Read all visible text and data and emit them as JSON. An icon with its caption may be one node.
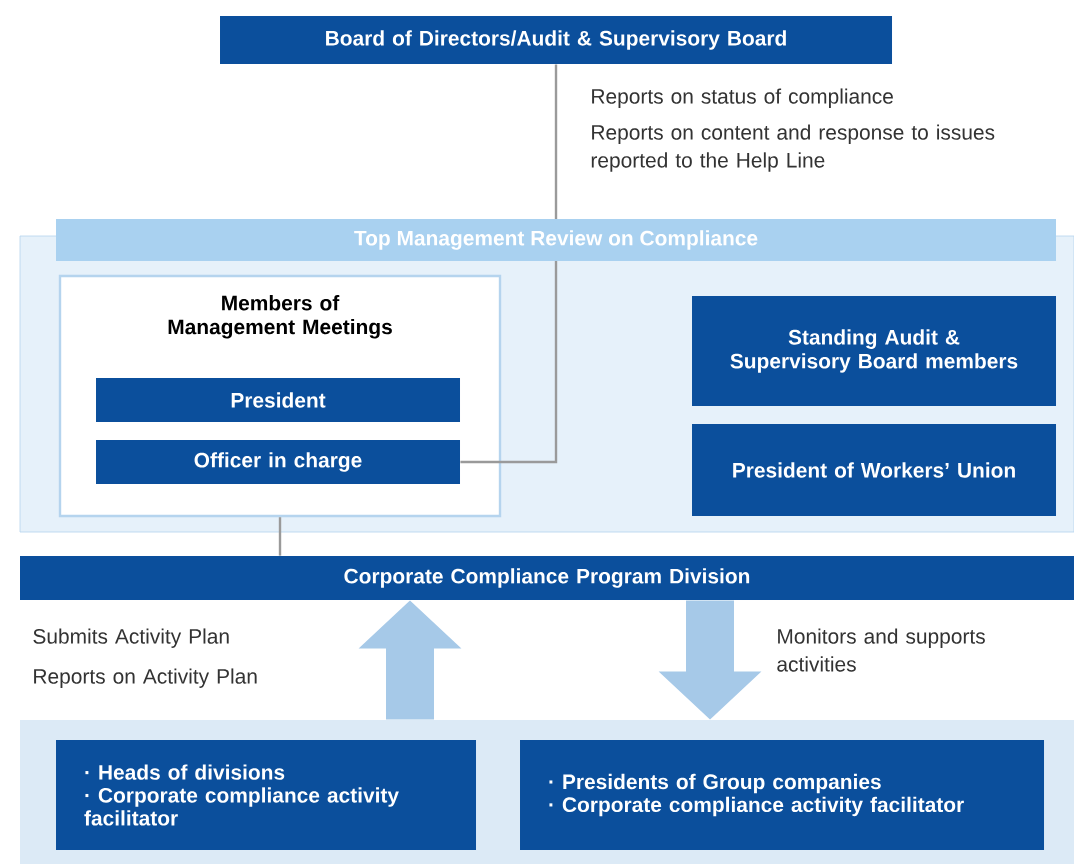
{
  "diagram": {
    "nodes": [
      {
        "text": [
          "Board of Directors/Audit & Supervisory Board"
        ]
      },
      {
        "text": [
          "Top Management Review on Compliance"
        ]
      },
      {
        "text": [
          "Members of Management Meetings"
        ],
        "in": 1
      },
      {
        "text": [
          "President"
        ],
        "in": 2
      },
      {
        "text": [
          "Officer in charge"
        ],
        "in": 2
      },
      {
        "text": [
          "Standing Audit & Supervisory Board members"
        ],
        "in": 1
      },
      {
        "text": [
          "President of Workers’ Union"
        ],
        "in": 1
      },
      {
        "text": [
          "Corporate Compliance Program Division"
        ]
      },
      {
        "text": [],
        "shape": "box"
      },
      {
        "text": [
          "· Heads of divisions",
          "· Corporate compliance activity facilitator"
        ],
        "in": 8
      },
      {
        "text": [
          "· Presidents of Group companies",
          "· Corporate compliance activity facilitator"
        ],
        "in": 8
      }
    ],
    "edges": [
      {
        "from": 4,
        "to": 0,
        "arrow": "none",
        "color": "#9a9a9a"
      },
      {
        "from": 2,
        "to": 7,
        "arrow": "none",
        "color": "#9a9a9a"
      },
      {
        "from": 8,
        "to": 7,
        "arrow": "to",
        "style": "thick",
        "color": "#a6c9e8"
      },
      {
        "from": 7,
        "to": 8,
        "arrow": "to",
        "style": "thick",
        "color": "#a6c9e8"
      }
    ],
    "labels": [
      "Reports on status of compliance",
      "Reports on content and response to issues reported to the Help Line",
      "Submits Activity Plan",
      "Reports on Activity Plan",
      "Monitors and supports activities"
    ]
  }
}
